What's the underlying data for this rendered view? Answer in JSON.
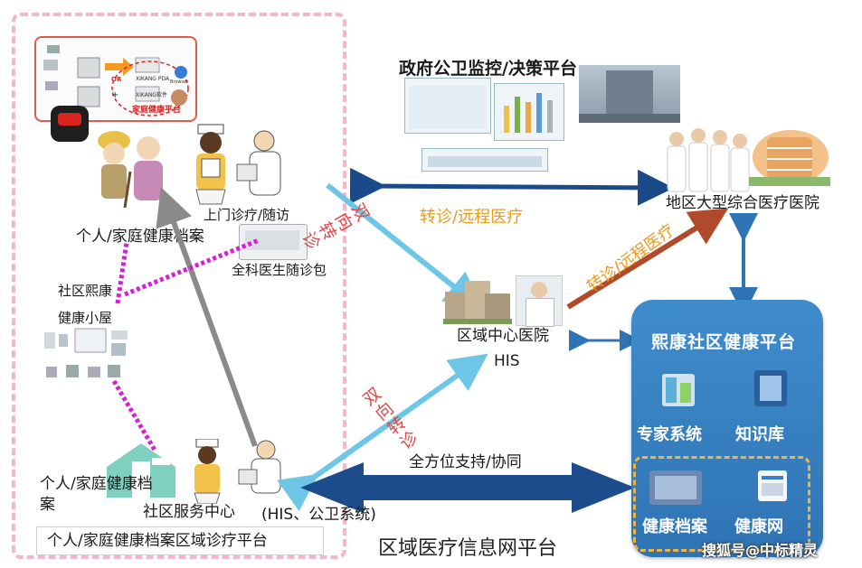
{
  "left_panel": {
    "devices_inset": {
      "brand_labels": [
        "XIKANG PDA",
        "XIKANG软件"
      ],
      "or_label": "OR",
      "plus_label": "+",
      "browser_label": "Browser",
      "family_platform_label": "家庭健康平台"
    },
    "home_visit_label": "上门诊疗/随访",
    "family_record_label_top": "个人/家庭健康档案",
    "gp_kit_label": "全科医生随诊包",
    "kiosk_label_line1": "社区熙康",
    "kiosk_label_line2": "健康小屋",
    "family_record_label_bottom_line1": "个人/家庭健康档",
    "family_record_label_bottom_line2": "案",
    "community_center_label": "社区服务中心",
    "footer_label": "个人/家庭健康档案区域诊疗平台"
  },
  "center": {
    "gov_platform_title": "政府公卫监控/决策平台",
    "regional_hospital_line1": "区域中心医院",
    "regional_hospital_line2": "HIS",
    "his_system_label": "(HIS、公卫系统)",
    "two_way_referral_top": "双向转诊",
    "two_way_referral_bottom": "双向转诊",
    "referral_remote_top": "转诊/远程医疗",
    "referral_remote_diag": "转诊/远程医疗",
    "support_label": "全方位支持/协同",
    "network_platform_title": "区域医疗信息网平台"
  },
  "right": {
    "large_hospital_label": "地区大型综合医疗医院",
    "platform_title": "熙康社区健康平台",
    "platform_items": [
      "专家系统",
      "知识库",
      "健康档案",
      "健康网"
    ]
  },
  "watermark": "搜狐号@中标精灵",
  "colors": {
    "platform_blue": "#3a84c6",
    "arrow_navy": "#1b4a8a",
    "arrow_lightblue": "#6ec6e6",
    "arrow_gray": "#8a8a8a",
    "arrow_brown": "#b04a2a",
    "dotted_magenta": "#d620d6",
    "frame_pink": "#f3b7c9",
    "referral_red": "#e04848",
    "referral_orange": "#e89a1e"
  }
}
